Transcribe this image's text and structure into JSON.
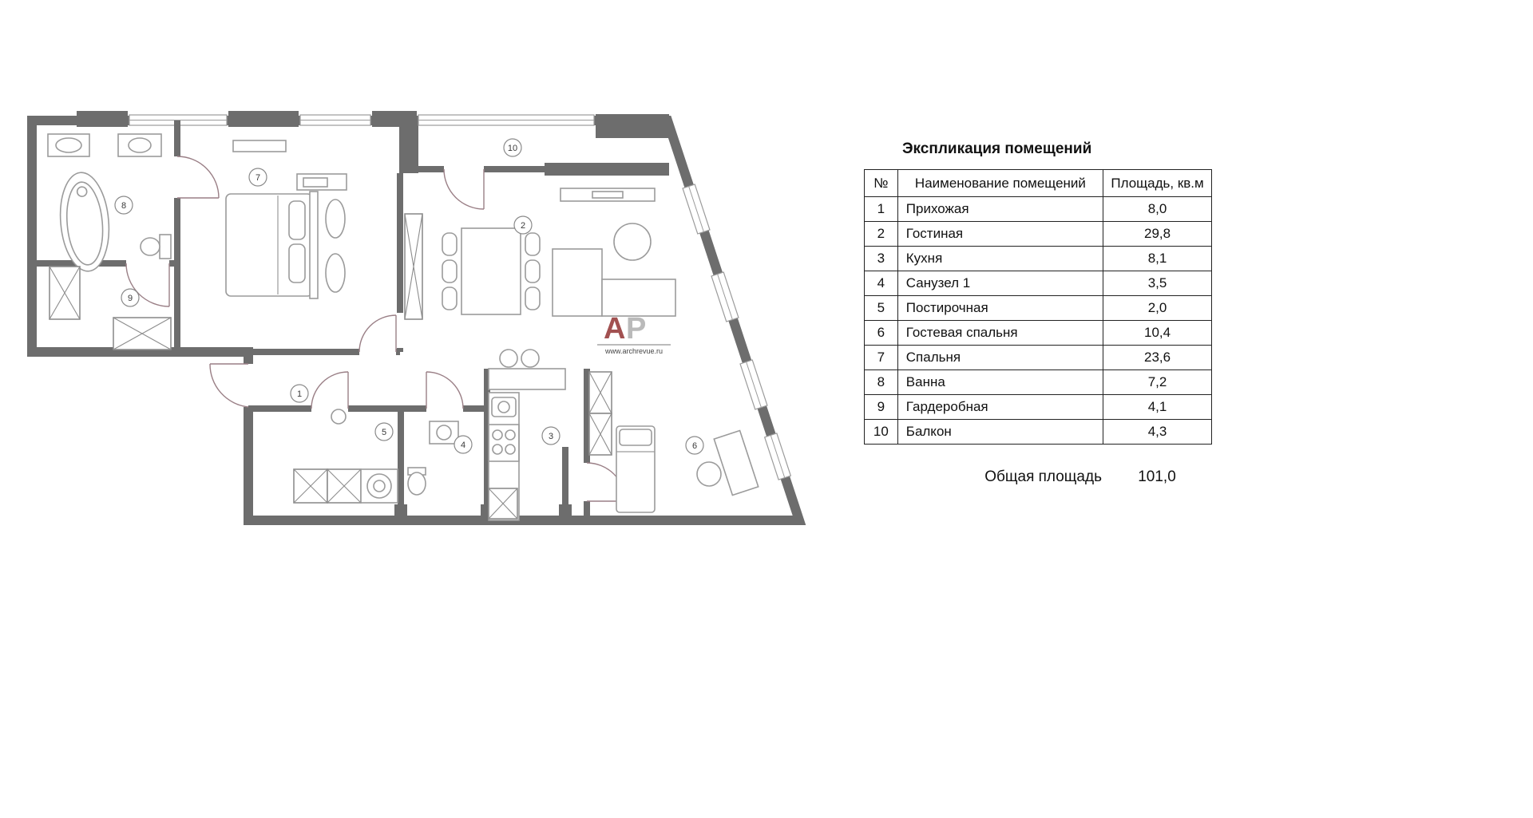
{
  "schedule": {
    "title": "Экспликация помещений",
    "headers": {
      "num": "№",
      "name": "Наименование помещений",
      "area": "Площадь, кв.м"
    },
    "rows": [
      {
        "num": "1",
        "name": "Прихожая",
        "area": "8,0"
      },
      {
        "num": "2",
        "name": "Гостиная",
        "area": "29,8"
      },
      {
        "num": "3",
        "name": "Кухня",
        "area": "8,1"
      },
      {
        "num": "4",
        "name": "Санузел 1",
        "area": "3,5"
      },
      {
        "num": "5",
        "name": "Постирочная",
        "area": "2,0"
      },
      {
        "num": "6",
        "name": "Гостевая спальня",
        "area": "10,4"
      },
      {
        "num": "7",
        "name": "Спальня",
        "area": "23,6"
      },
      {
        "num": "8",
        "name": "Ванна",
        "area": "7,2"
      },
      {
        "num": "9",
        "name": "Гардеробная",
        "area": "4,1"
      },
      {
        "num": "10",
        "name": "Балкон",
        "area": "4,3"
      }
    ],
    "total_label": "Общая площадь",
    "total_value": "101,0"
  },
  "plan": {
    "room_labels": [
      {
        "num": "1"
      },
      {
        "num": "2"
      },
      {
        "num": "3"
      },
      {
        "num": "4"
      },
      {
        "num": "5"
      },
      {
        "num": "6"
      },
      {
        "num": "7"
      },
      {
        "num": "8"
      },
      {
        "num": "9"
      },
      {
        "num": "10"
      }
    ],
    "colors": {
      "wall": "#6d6d6d",
      "furniture": "#9b9b9b",
      "door_arc": "#9a7f86",
      "logo_red": "#8b2626"
    }
  },
  "watermark": {
    "letter1": "А",
    "letter2": "Р",
    "url": "www.archrevue.ru"
  }
}
